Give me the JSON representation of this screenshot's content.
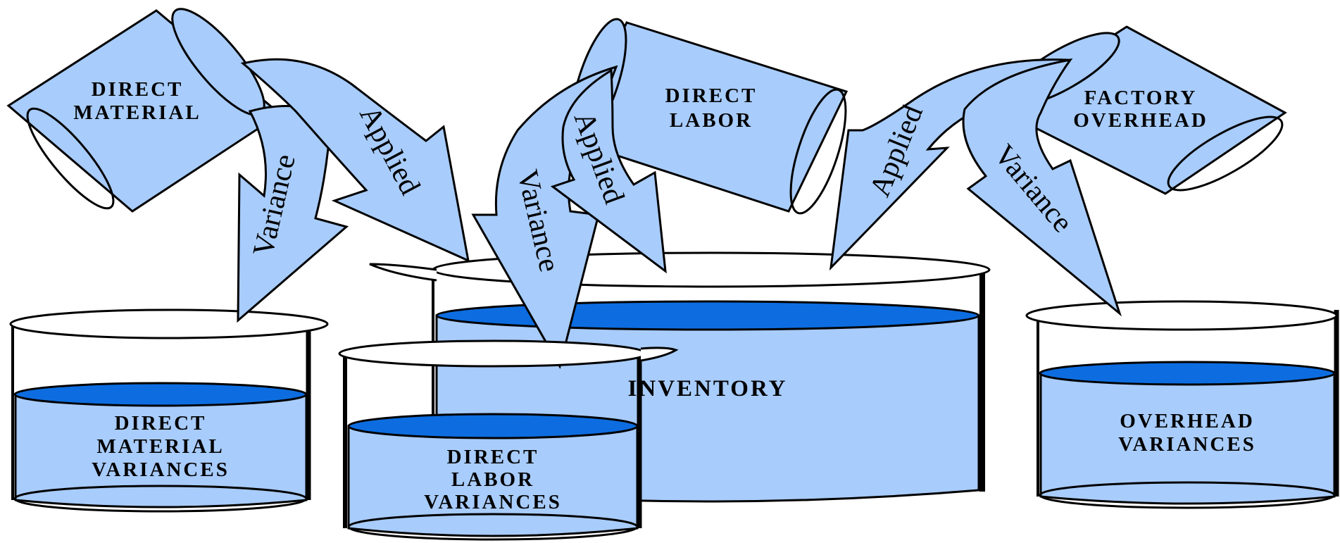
{
  "colors": {
    "liquid": "#a8ccfb",
    "liquid_surface": "#0d6de0",
    "outline": "#000000",
    "glass": "#ffffff"
  },
  "sources": {
    "direct_material": [
      "DIRECT",
      "MATERIAL"
    ],
    "direct_labor": [
      "DIRECT",
      "LABOR"
    ],
    "factory_overhead": [
      "FACTORY",
      "OVERHEAD"
    ]
  },
  "beakers": {
    "inventory": [
      "INVENTORY"
    ],
    "direct_material_variances": [
      "DIRECT",
      "MATERIAL",
      "VARIANCES"
    ],
    "direct_labor_variances": [
      "DIRECT",
      "LABOR",
      "VARIANCES"
    ],
    "overhead_variances": [
      "OVERHEAD",
      "VARIANCES"
    ]
  },
  "arrows": {
    "material_variance": "Variance",
    "material_applied": "Applied",
    "labor_variance": "Variance",
    "labor_applied": "Applied",
    "overhead_applied": "Applied",
    "overhead_variance": "Variance"
  }
}
